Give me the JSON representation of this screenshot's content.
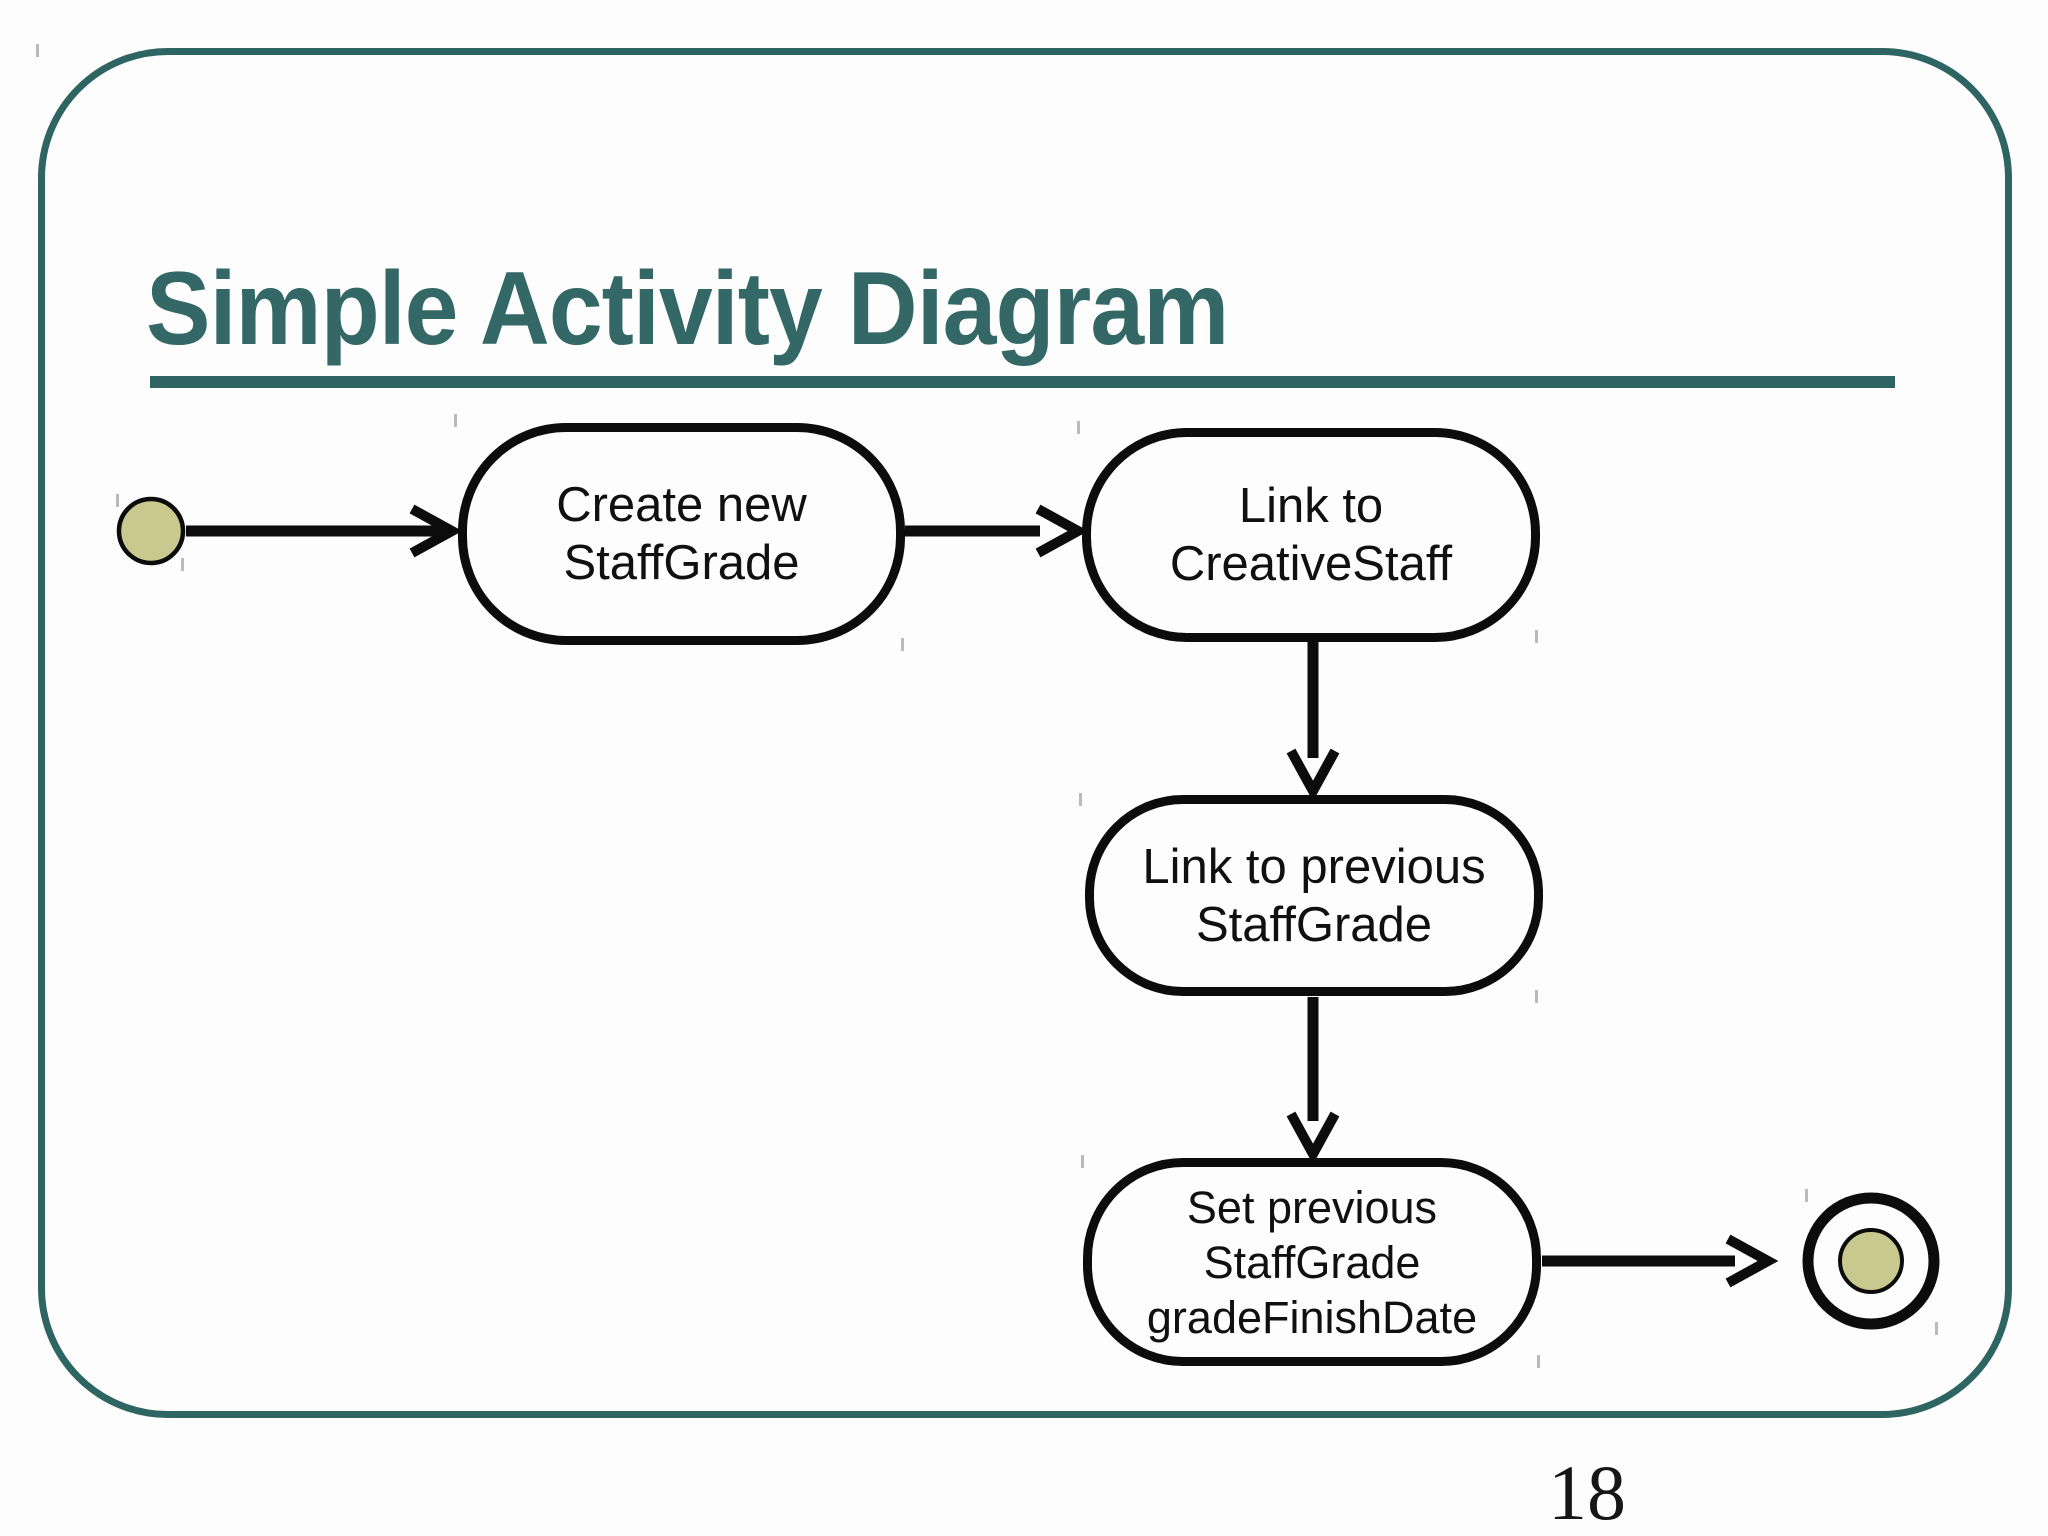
{
  "slide": {
    "title": "Simple Activity Diagram",
    "page_number": "18",
    "colors": {
      "teal_accent": "#2E6562",
      "olive_node_fill": "#C9C98F",
      "ink": "#0C0C0C"
    }
  },
  "diagram": {
    "type": "uml-activity",
    "start_node": {
      "id": "start",
      "shape": "filled-circle"
    },
    "final_node": {
      "id": "final",
      "shape": "bullseye-circle"
    },
    "nodes": [
      {
        "id": "create-new-staffgrade",
        "lines": [
          "Create new",
          "StaffGrade"
        ]
      },
      {
        "id": "link-to-creativestaff",
        "lines": [
          "Link to",
          "CreativeStaff"
        ]
      },
      {
        "id": "link-to-previous-staffgrade",
        "lines": [
          "Link to previous",
          "StaffGrade"
        ]
      },
      {
        "id": "set-previous-staffgrade-gradefinishdate",
        "lines": [
          "Set previous",
          "StaffGrade",
          "gradeFinishDate"
        ]
      }
    ],
    "edges": [
      {
        "from": "start",
        "to": "create-new-staffgrade"
      },
      {
        "from": "create-new-staffgrade",
        "to": "link-to-creativestaff"
      },
      {
        "from": "link-to-creativestaff",
        "to": "link-to-previous-staffgrade"
      },
      {
        "from": "link-to-previous-staffgrade",
        "to": "set-previous-staffgrade-gradefinishdate"
      },
      {
        "from": "set-previous-staffgrade-gradefinishdate",
        "to": "final"
      }
    ]
  }
}
